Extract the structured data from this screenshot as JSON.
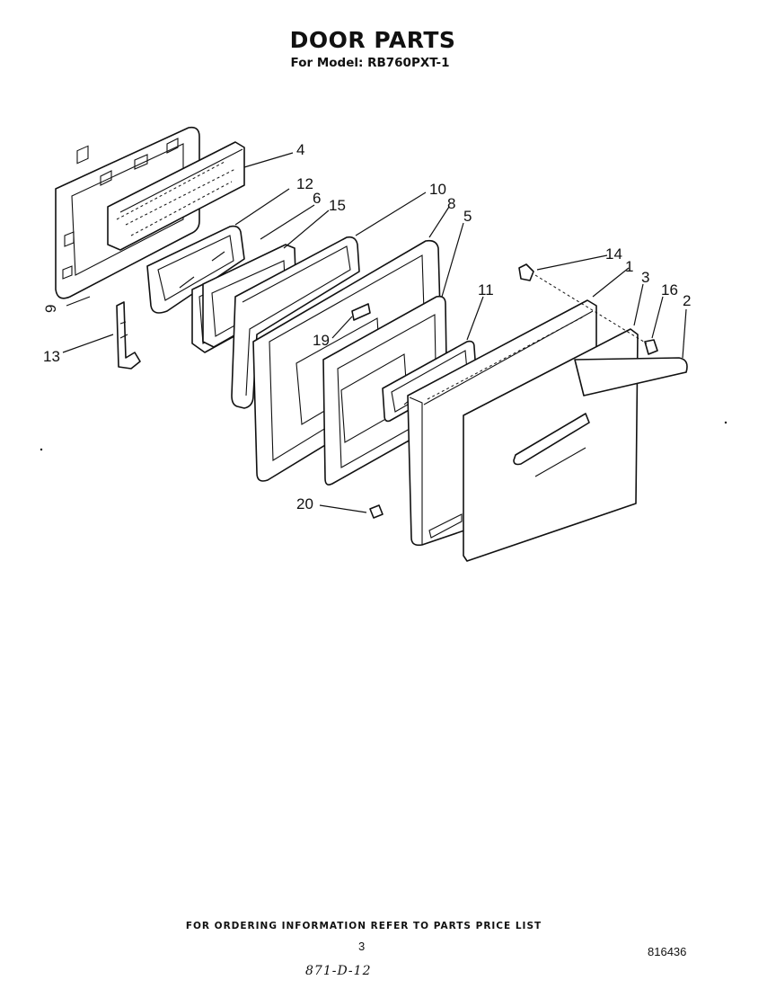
{
  "header": {
    "title": "DOOR PARTS",
    "model_line": "For Model: RB760PXT-1"
  },
  "callouts": {
    "c1": "1",
    "c2": "2",
    "c3": "3",
    "c4": "4",
    "c5": "5",
    "c6": "6",
    "c8": "8",
    "c9": "9",
    "c10": "10",
    "c11": "11",
    "c12": "12",
    "c13": "13",
    "c14": "14",
    "c15": "15",
    "c16": "16",
    "c19": "19",
    "c20": "20"
  },
  "footer": {
    "ordering_note": "FOR ORDERING INFORMATION REFER TO PARTS PRICE LIST",
    "page_number": "3",
    "document_id": "816436",
    "handwritten_note": "871-D-12"
  }
}
